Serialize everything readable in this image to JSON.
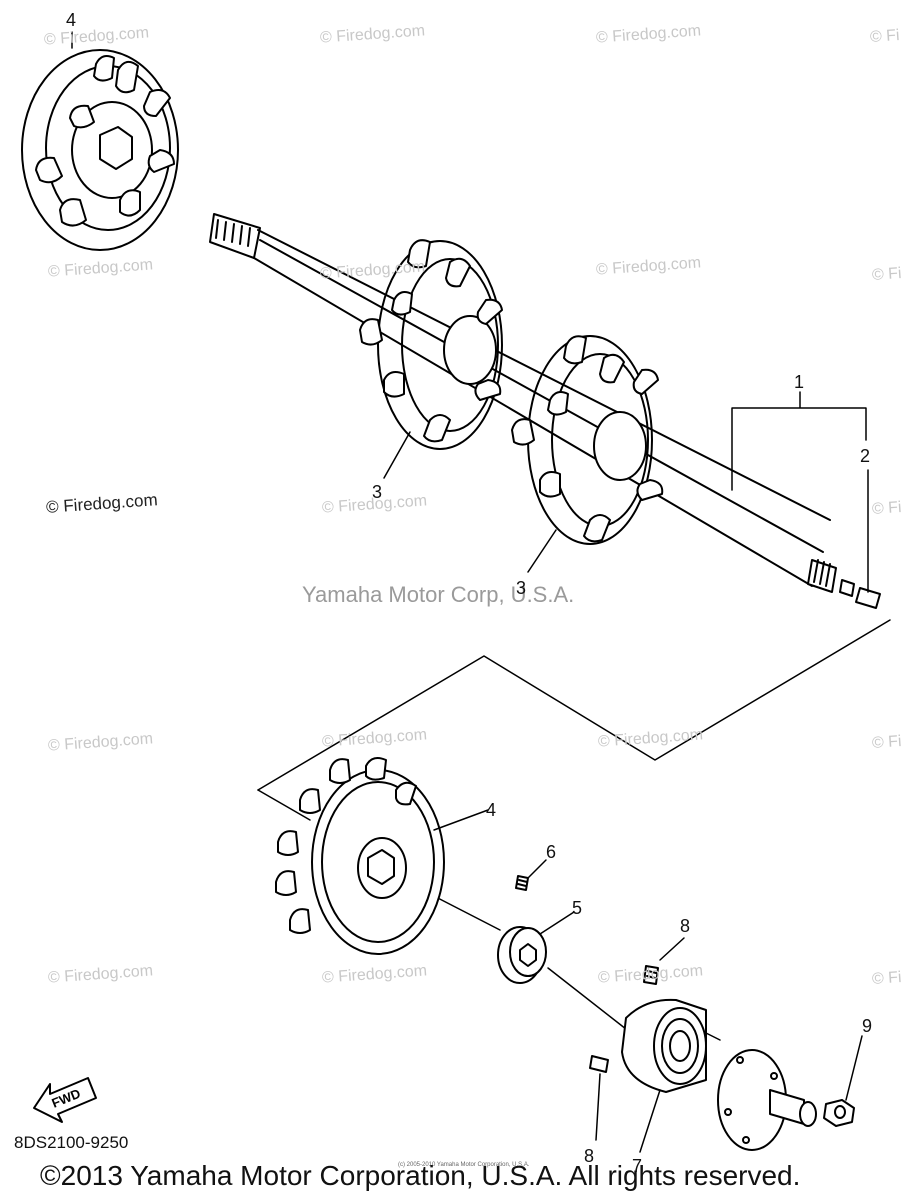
{
  "diagram": {
    "brand_mark": "Yamaha Motor Corp, U.S.A.",
    "part_code": "8DS2100-9250",
    "copyright": "©2013 Yamaha Motor Corporation, U.S.A. All rights reserved.",
    "tiny_credit": "(c) 2005-2010 Yamaha Motor Corporation, U.S.A.",
    "fwd_label": "FWD",
    "watermark_text": "© Firedog.com",
    "watermark_partial": "© Fi",
    "callouts": {
      "c1": "1",
      "c2": "2",
      "c3a": "3",
      "c3b": "3",
      "c4top": "4",
      "c4": "4",
      "c5": "5",
      "c6": "6",
      "c7": "7",
      "c8a": "8",
      "c8b": "8",
      "c9": "9"
    }
  }
}
